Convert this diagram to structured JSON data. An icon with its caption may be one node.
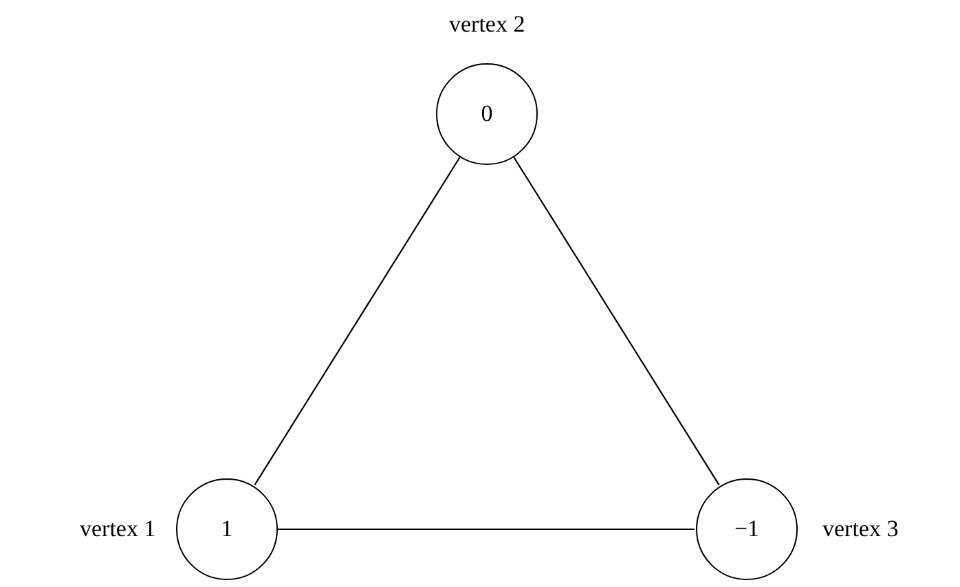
{
  "diagram": {
    "nodes": [
      {
        "text": [
          "0"
        ],
        "beside": [
          "vertex 2"
        ]
      },
      {
        "text": [
          "1"
        ],
        "beside": [
          "vertex 1"
        ]
      },
      {
        "text": [
          "−1"
        ],
        "beside": [
          "vertex 3"
        ]
      }
    ],
    "edges": [
      {
        "from": 0,
        "to": 1,
        "arrow": "none"
      },
      {
        "from": 0,
        "to": 2,
        "arrow": "none"
      },
      {
        "from": 1,
        "to": 2,
        "arrow": "none"
      }
    ]
  }
}
